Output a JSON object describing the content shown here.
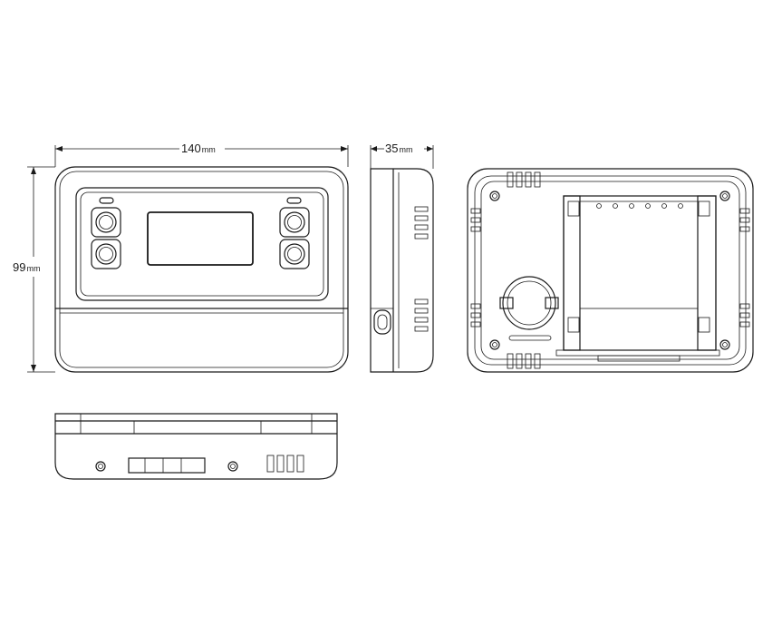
{
  "dimensions": {
    "width": {
      "value": "140",
      "unit": "mm"
    },
    "depth": {
      "value": "35",
      "unit": "mm"
    },
    "height": {
      "value": "99",
      "unit": "mm"
    }
  },
  "accent_color": "#1a1a1a"
}
